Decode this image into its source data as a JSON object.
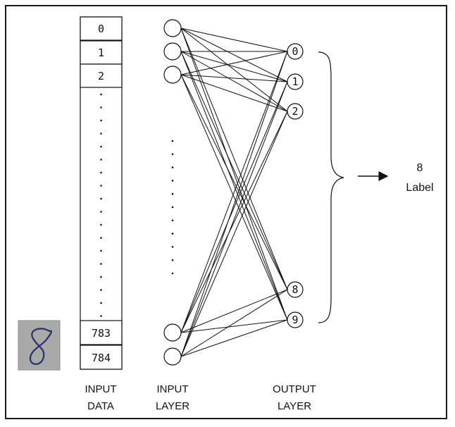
{
  "input_data": {
    "cells_top": [
      "0",
      "1",
      "2"
    ],
    "cells_bottom": [
      "783",
      "784"
    ],
    "ellipsis": "."
  },
  "input_layer": {
    "ellipsis": "."
  },
  "output_layer": {
    "nodes": [
      "0",
      "1",
      "2",
      "8",
      "9"
    ]
  },
  "result": {
    "value": "8",
    "label": "Label"
  },
  "captions": {
    "input_data": [
      "INPUT",
      "DATA"
    ],
    "input_layer": [
      "INPUT",
      "LAYER"
    ],
    "output_layer": [
      "OUTPUT",
      "LAYER"
    ]
  },
  "sample_digit": {
    "glyph": "8",
    "description_icon": "handwritten-digit-image"
  },
  "colors": {
    "line": "#111111",
    "digit_background": "#a8aaa8",
    "digit_ink": "#2a2f6e"
  }
}
